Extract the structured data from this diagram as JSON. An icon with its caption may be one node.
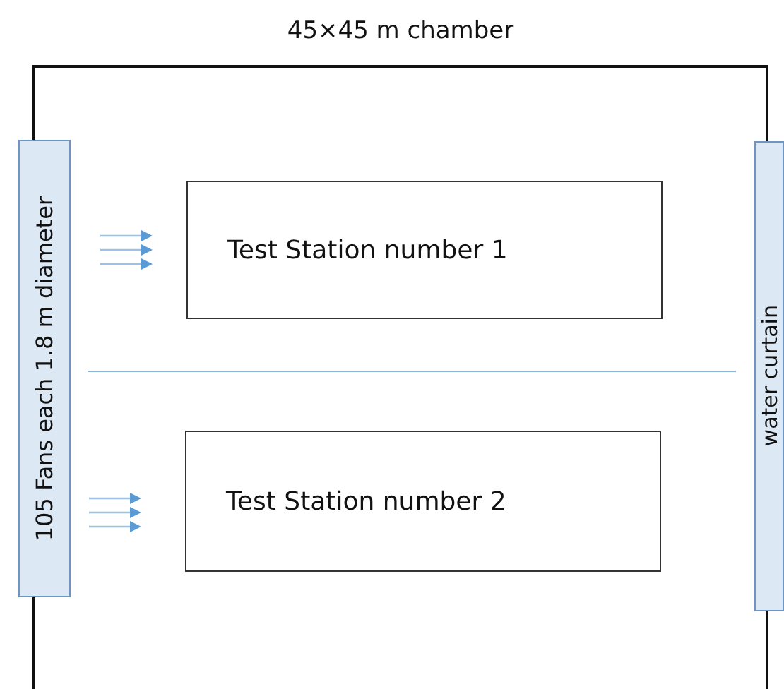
{
  "diagram": {
    "nodes": [
      {
        "text": [
          "45×45 m chamber"
        ]
      },
      {
        "text": [
          "105 Fans each 1.8 m diameter"
        ]
      },
      {
        "text": [
          "Test Station number 1"
        ],
        "in": 0
      },
      {
        "text": [
          "Test Station number 2"
        ],
        "in": 0
      },
      {
        "text": [
          "water curtain"
        ]
      }
    ]
  }
}
